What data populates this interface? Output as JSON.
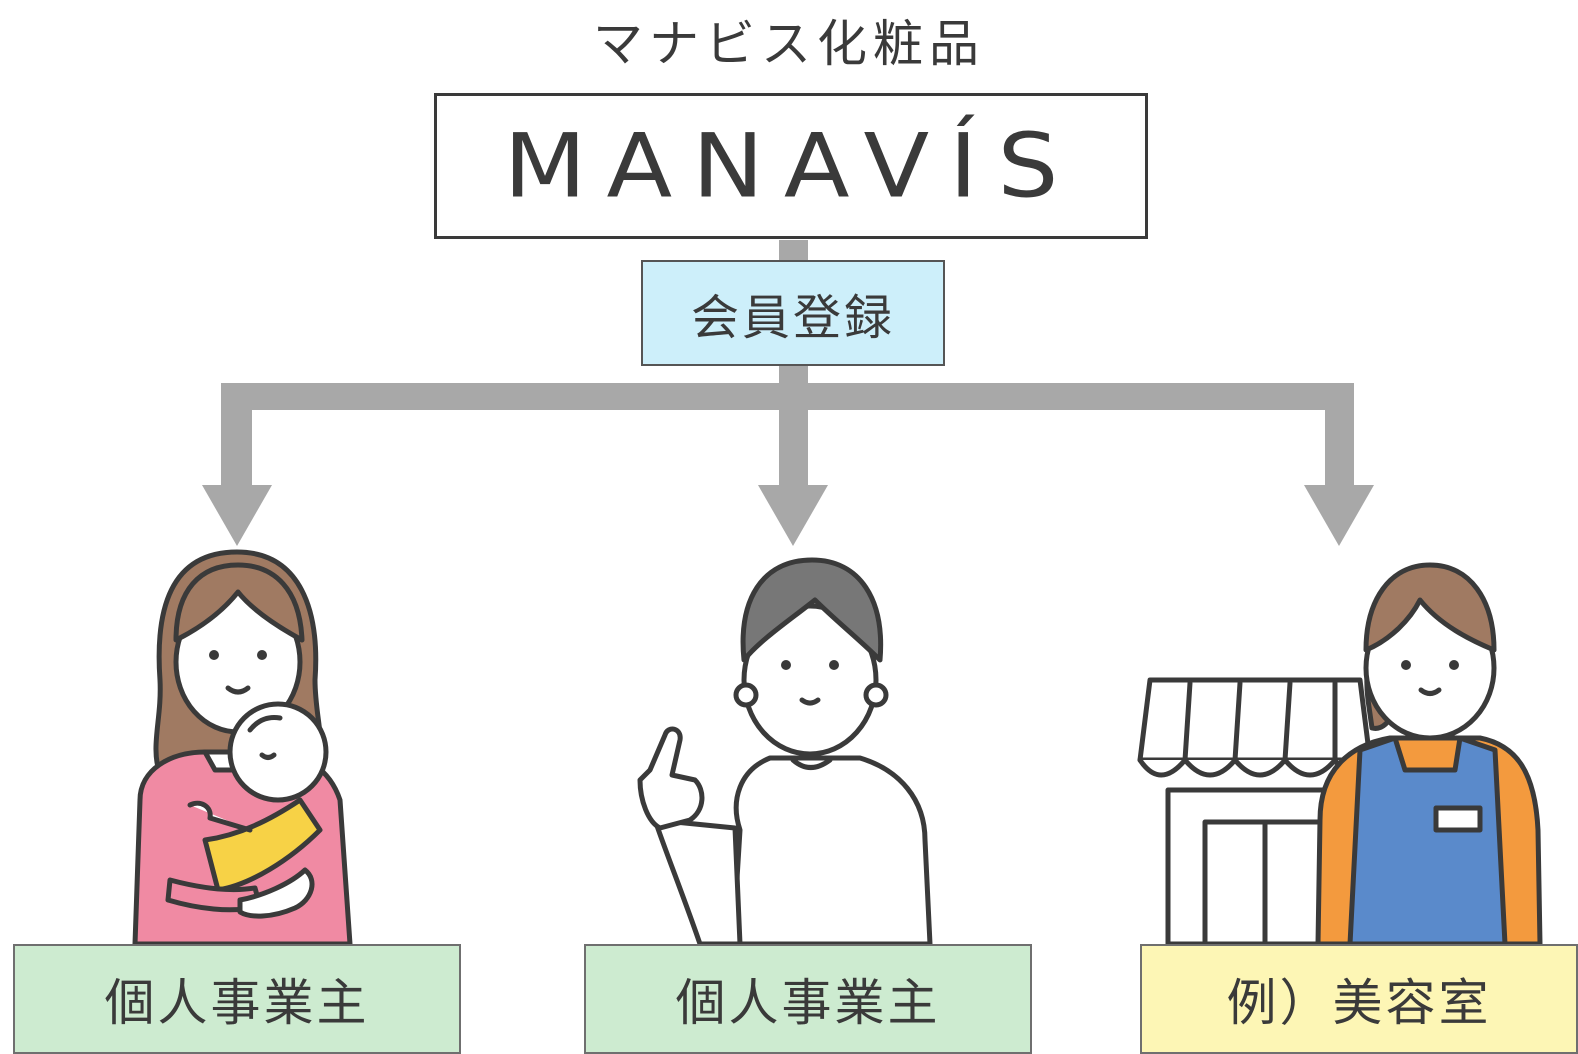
{
  "header": {
    "company_name": "マナビス化粧品",
    "logo_text": "MANAVÍS"
  },
  "registration": {
    "label": "会員登録"
  },
  "recipients": [
    {
      "label": "個人事業主",
      "illustration": "mother-holding-baby",
      "color": "#cdebd0"
    },
    {
      "label": "個人事業主",
      "illustration": "person-pointing-finger",
      "color": "#cdebd0"
    },
    {
      "label": "例）美容室",
      "illustration": "shop-staff-with-storefront",
      "color": "#fdf6b5"
    }
  ],
  "colors": {
    "arrow": "#a8a8a8",
    "outline": "#3a3a3a",
    "register_fill": "#cdeffa",
    "hair_brown": "#a07a62",
    "hair_gray": "#777777",
    "shirt_pink": "#f08aa3",
    "baby_yellow": "#f7d246",
    "apron_blue": "#5a8acb",
    "shirt_orange": "#f39a3e"
  }
}
